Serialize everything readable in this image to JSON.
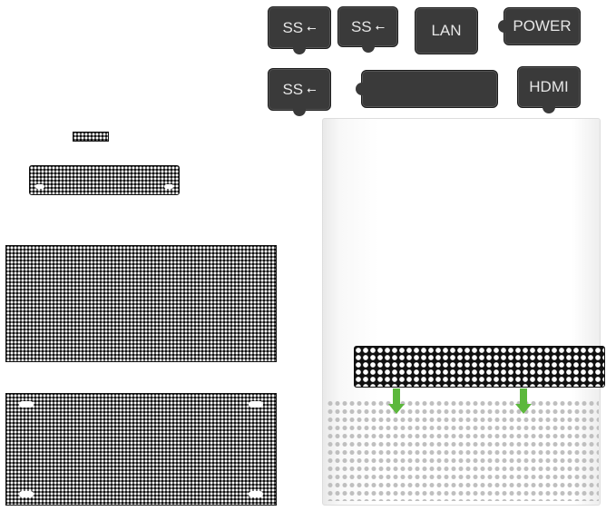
{
  "plugs": {
    "usb1": "SS",
    "usb2": "SS",
    "usb3": "SS",
    "lan": "LAN",
    "power": "POWER",
    "hdmi": "HDMI",
    "usb_symbol": "⭠"
  },
  "colors": {
    "plug": "#3a3a3a",
    "mesh": "#111111",
    "arrow": "#5cb83c",
    "console": "#ffffff"
  }
}
